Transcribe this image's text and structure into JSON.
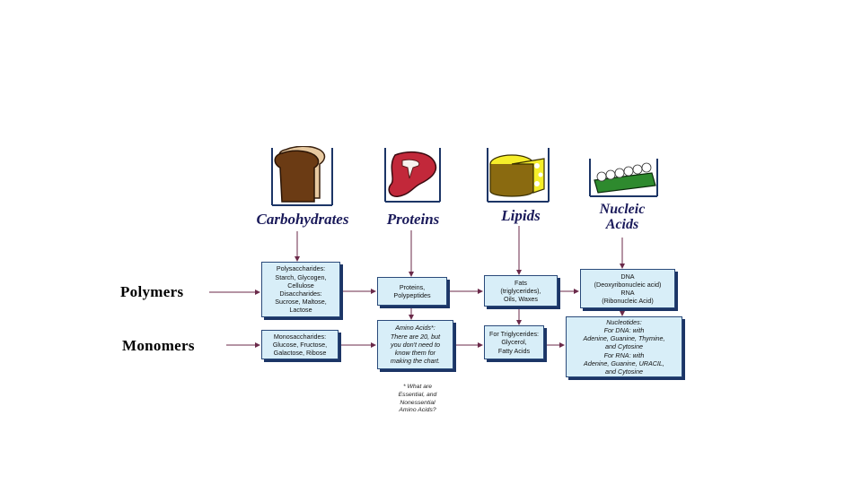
{
  "columns": [
    {
      "heading": "Carbohydrates",
      "icon": "bread-icon"
    },
    {
      "heading": "Proteins",
      "icon": "steak-icon"
    },
    {
      "heading": "Lipids",
      "icon": "cheese-icon"
    },
    {
      "heading": "Nucleic\nAcids",
      "icon": "eggs-carton-icon"
    }
  ],
  "rows": {
    "polymers_label": "Polymers",
    "monomers_label": "Monomers"
  },
  "boxes": {
    "carb_polymer": "Polysaccharides:\nStarch, Glycogen,\nCellulose\nDisaccharides:\nSucrose, Maltose,\nLactose",
    "carb_monomer": "Monosaccharides:\nGlucose, Fructose,\nGalactose, Ribose",
    "protein_polymer": "Proteins,\nPolypeptides",
    "protein_monomer": "Amino Acids*:\nThere are 20, but\nyou don't need to\nknow them for\nmaking the chart.",
    "lipid_polymer": "Fats\n(triglycerides),\nOils, Waxes",
    "lipid_monomer": "For Triglycerides:\nGlycerol,\nFatty Acids",
    "nucleic_polymer": "DNA\n(Deoxyribonucleic acid)\nRNA\n(Ribonucleic Acid)",
    "nucleic_monomer": "Nucleotides:\nFor DNA: with\nAdenine, Guanine, Thymine,\nand Cytosine\nFor RNA: with\nAdenine, Guanine, URACIL,\nand Cytosine"
  },
  "footnote": "* What are\nEssential, and\nNonessential\nAmino Acids?",
  "colors": {
    "box_fill": "#d8eef8",
    "box_shadow": "#1c3566",
    "arrow": "#6b2a4a",
    "heading": "#1a1a5a"
  }
}
